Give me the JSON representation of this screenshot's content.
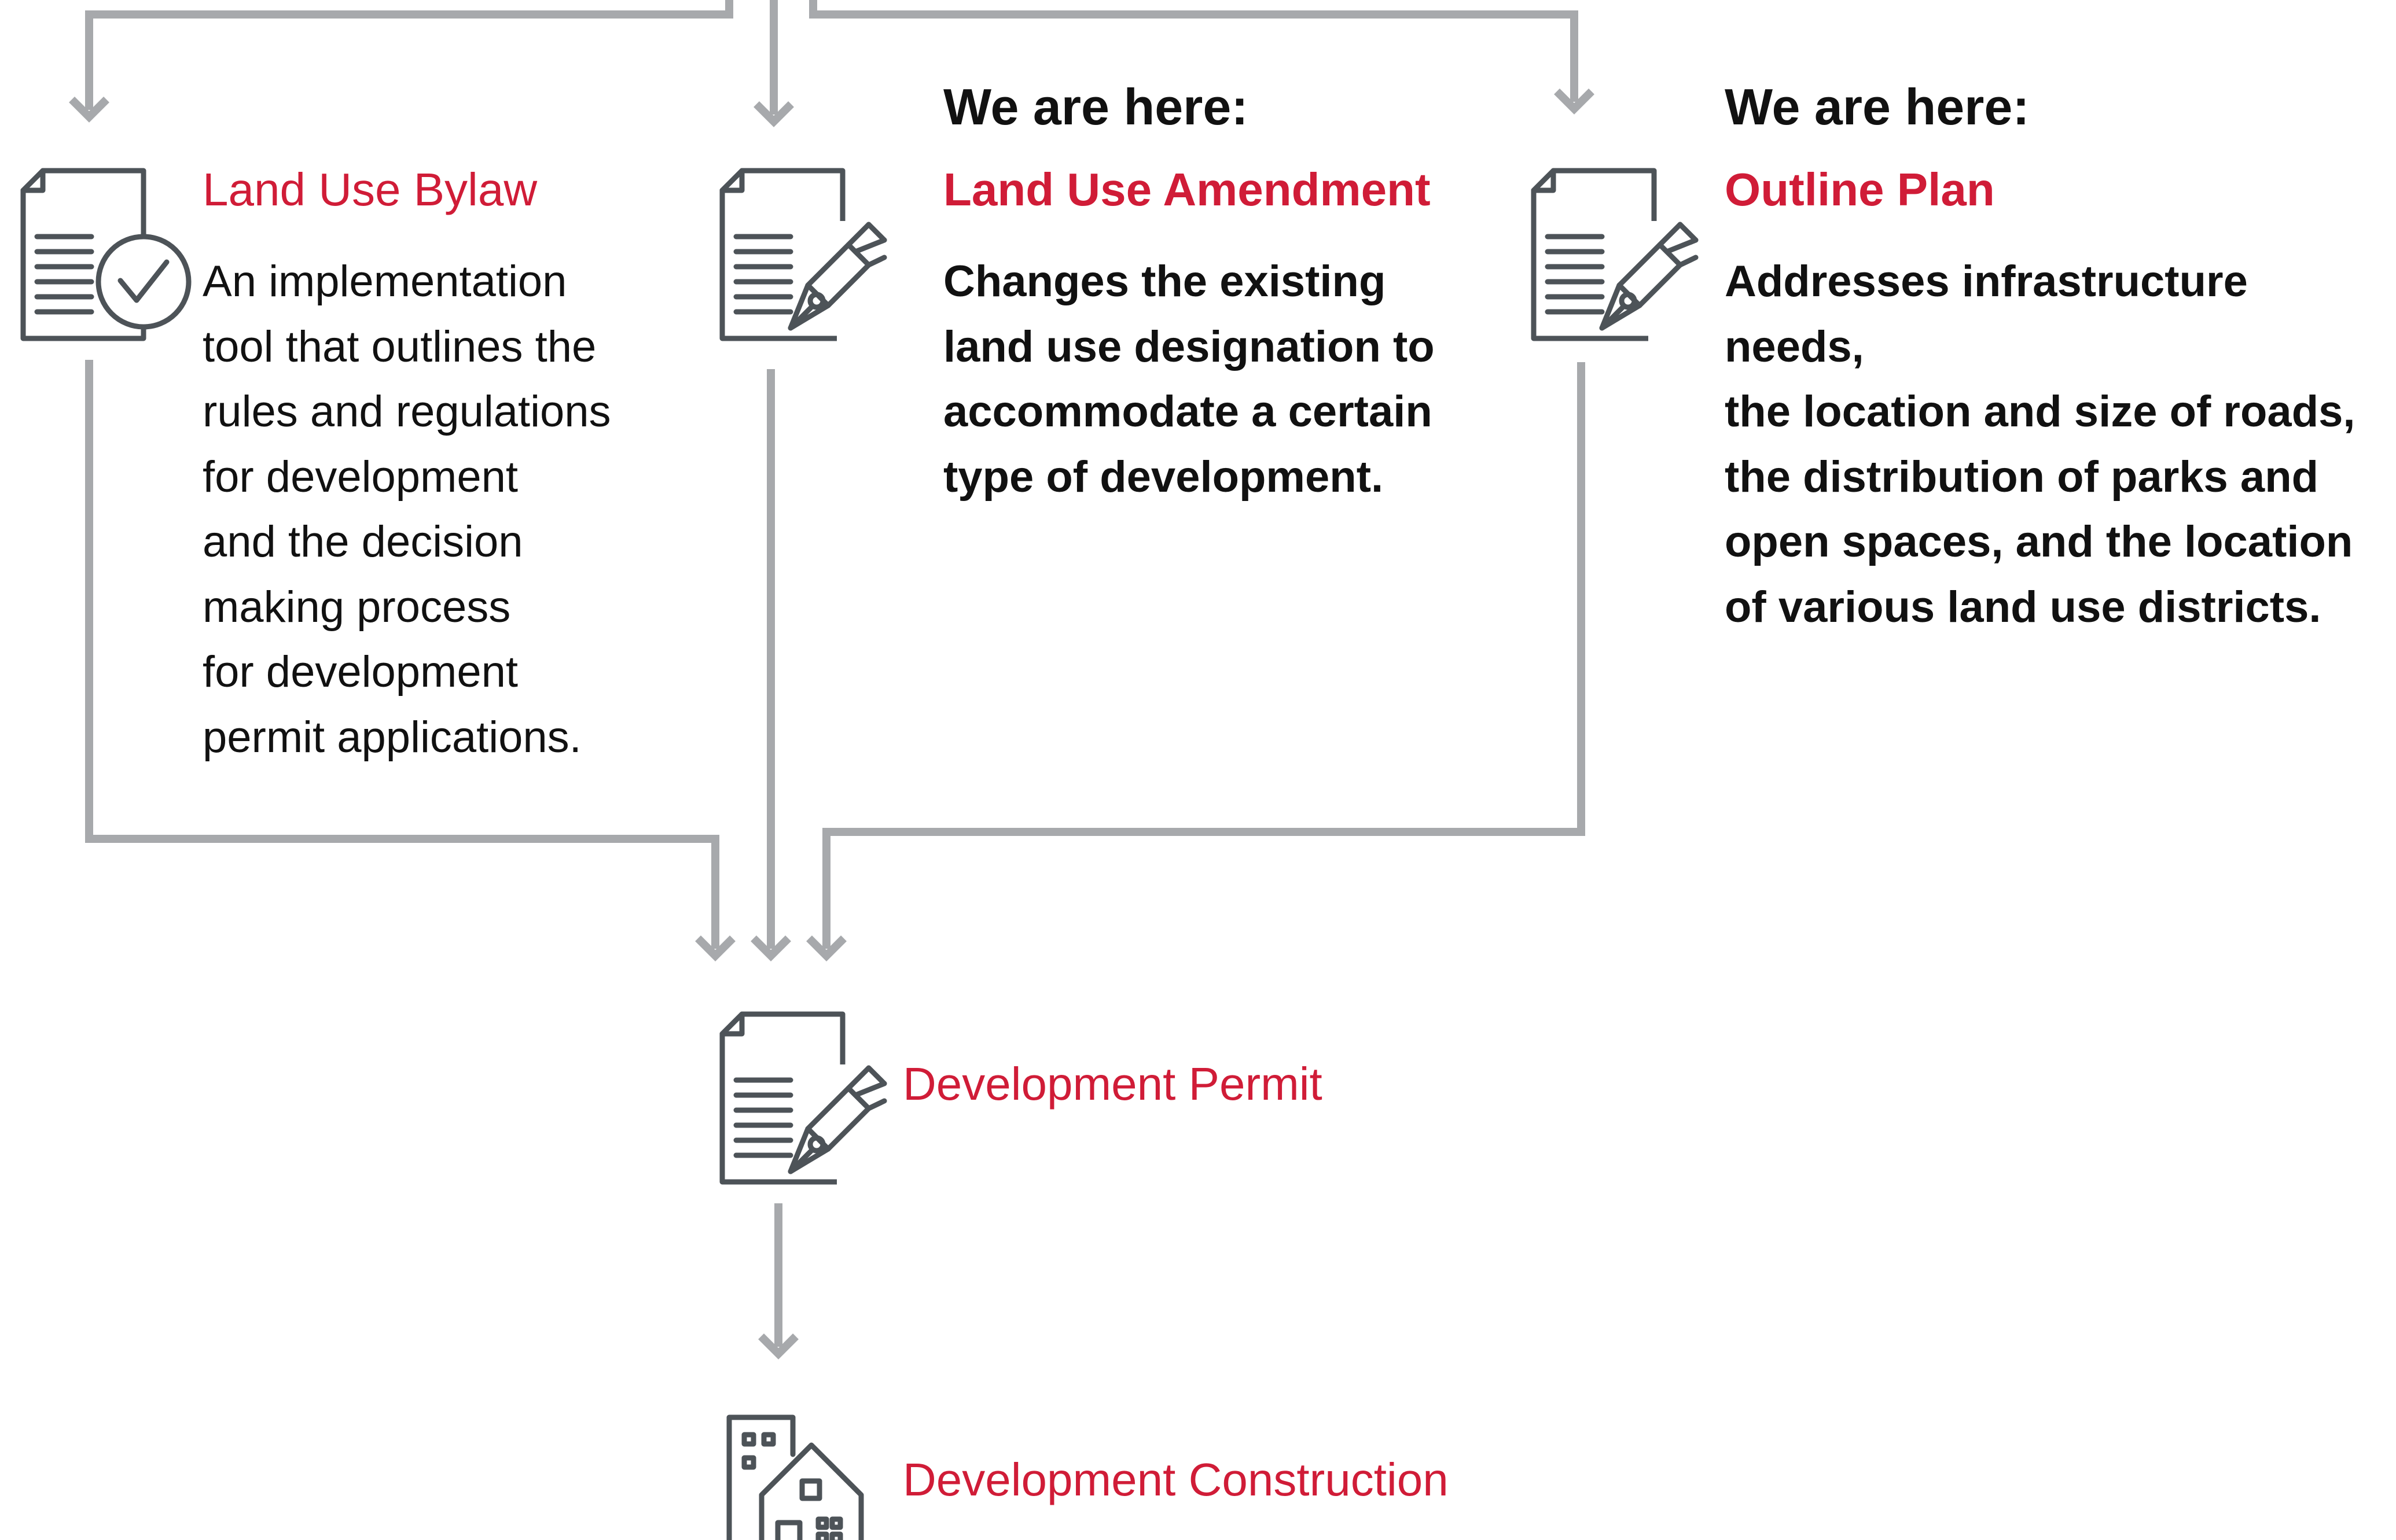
{
  "nodes": {
    "bylaw": {
      "title": "Land Use Bylaw",
      "description": "An implementation\ntool that outlines the\nrules and regulations\nfor development\nand the decision\nmaking process\nfor development\npermit applications."
    },
    "amendment": {
      "marker": "We are here:",
      "title": "Land Use Amendment",
      "description": "Changes the existing\nland use designation to\naccommodate a certain\ntype of development."
    },
    "outline_plan": {
      "marker": "We are here:",
      "title": "Outline Plan",
      "description": "Addresses infrastructure needs,\nthe location and size of roads,\nthe distribution of parks and\nopen spaces, and the location\nof various land use districts."
    },
    "permit": {
      "title": "Development Permit"
    },
    "construction": {
      "title": "Development Construction"
    }
  },
  "icons": {
    "bylaw": "document-check-icon",
    "amendment": "document-pen-icon",
    "outline_plan": "document-pen-icon",
    "permit": "document-pen-icon",
    "construction": "buildings-icon",
    "marker": "asterisk-icon"
  },
  "colors": {
    "accent_red": "#d01c37",
    "connector_gray": "#a7a9ac",
    "icon_gray": "#4d5358",
    "text": "#111111"
  }
}
